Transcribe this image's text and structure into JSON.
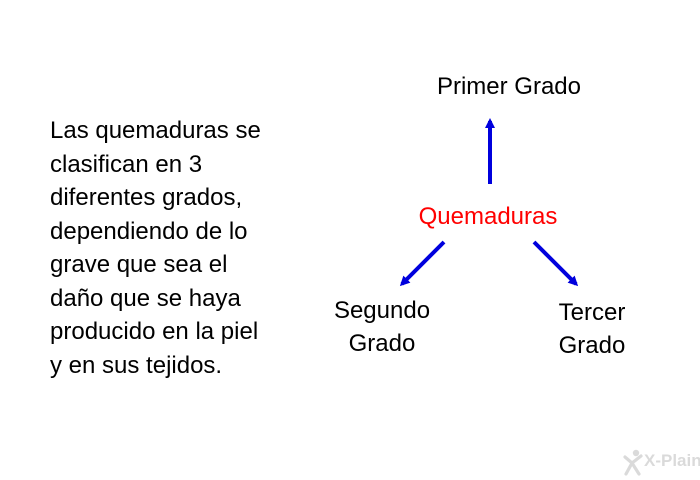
{
  "description": {
    "lines": [
      "Las quemaduras se",
      "clasifican en 3",
      "diferentes grados,",
      "dependiendo de lo",
      "grave que sea el",
      "daño que se haya",
      "producido en la piel",
      "y en sus tejidos."
    ]
  },
  "diagram": {
    "center": {
      "label": "Quemaduras",
      "color": "#ff0000"
    },
    "top": {
      "label": "Primer Grado"
    },
    "left": {
      "lines": [
        "Segundo",
        "Grado"
      ]
    },
    "right": {
      "lines": [
        "Tercer",
        "Grado"
      ]
    },
    "arrow_color": "#0000dd"
  },
  "watermark": {
    "text": "X-Plain",
    "color": "#bdbdbd"
  }
}
